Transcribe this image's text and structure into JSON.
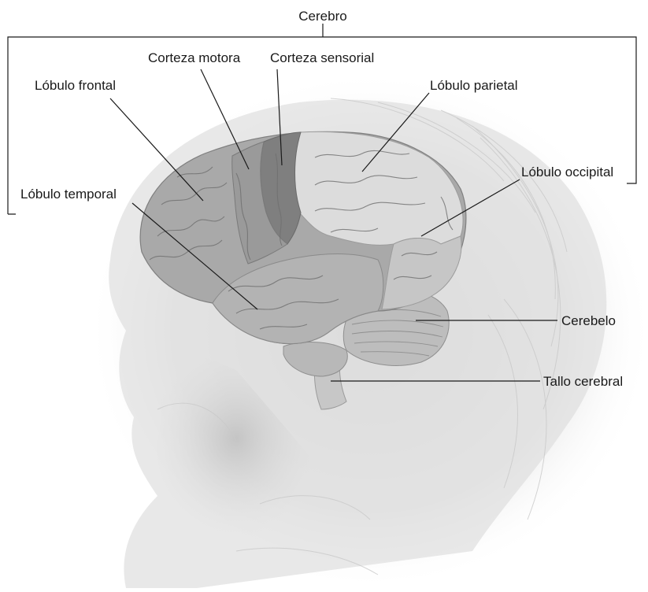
{
  "labels": {
    "cerebro": "Cerebro",
    "corteza_motora": "Corteza motora",
    "corteza_sensorial": "Corteza sensorial",
    "lobulo_frontal": "Lóbulo frontal",
    "lobulo_parietal": "Lóbulo parietal",
    "lobulo_occipital": "Lóbulo occipital",
    "lobulo_temporal": "Lóbulo temporal",
    "cerebelo": "Cerebelo",
    "tallo_cerebral": "Tallo cerebral"
  }
}
